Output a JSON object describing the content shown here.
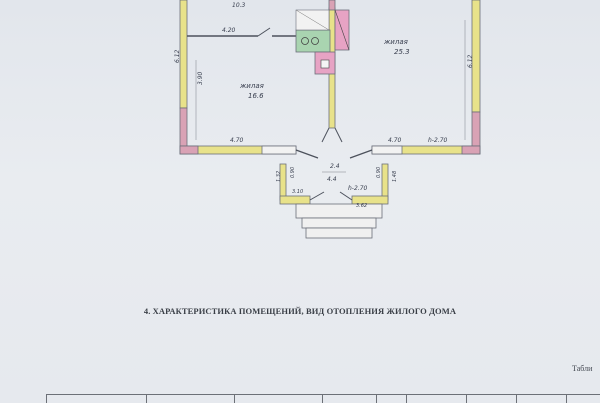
{
  "plan": {
    "rooms": [
      {
        "name": "жилая",
        "area": "16.6"
      },
      {
        "name": "жилая",
        "area": "25.3"
      }
    ],
    "dimensions": {
      "top_wall_left": "4.20",
      "left_wall_height": "6.12",
      "inner_wall_height": "3.90",
      "right_wall_height": "6.12",
      "bottom_left": "4.70",
      "bottom_right": "4.70",
      "right_ceiling_height": "h-2.70",
      "hall_width": "2.4",
      "hall_depth": "4.4",
      "hall_ceiling_height": "h-2.70",
      "porch_left": "3.10",
      "porch_right": "3.62",
      "vestibule_left": "1.32",
      "vestibule_right": "1.48",
      "vestibule_left_inner": "0.90",
      "vestibule_right_inner": "0.90",
      "top_room_area": "10.3"
    },
    "colors": {
      "wall_yellow": "#e8e28a",
      "wall_pink": "#d9a2b5",
      "wall_line": "#6b6f7a",
      "stove_green": "#a9d4b0",
      "stove_pink": "#e7a3c4"
    }
  },
  "heading": "4. ХАРАКТЕРИСТИКА ПОМЕЩЕНИЙ, ВИД ОТОПЛЕНИЯ ЖИЛОГО ДОМА",
  "table_label": "Табли"
}
